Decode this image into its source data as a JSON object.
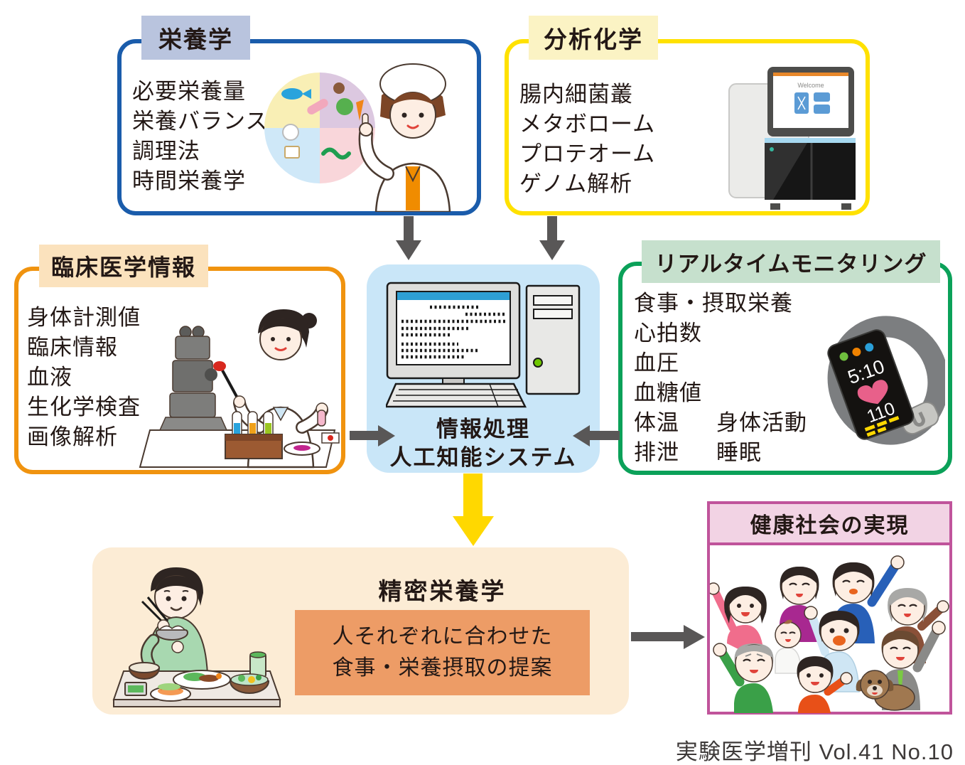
{
  "nutrition": {
    "label": "栄養学",
    "items": [
      "必要栄養量",
      "栄養バランス",
      "調理法",
      "時間栄養学"
    ],
    "border_color": "#1a5cab",
    "label_bg": "#b9c4de"
  },
  "analytical": {
    "label": "分析化学",
    "items": [
      "腸内細菌叢",
      "メタボローム",
      "プロテオーム",
      "ゲノム解析"
    ],
    "border_color": "#ffe100",
    "label_bg": "#fbf3c4",
    "sequencer_screen_text": "Welcome"
  },
  "clinical": {
    "label": "臨床医学情報",
    "items": [
      "身体計測値",
      "臨床情報",
      "血液",
      "生化学検査",
      "画像解析"
    ],
    "border_color": "#f0930f",
    "label_bg": "#fbe2bd"
  },
  "ai_system": {
    "title_line1": "情報処理",
    "title_line2": "人工知能システム",
    "bg_color": "#c9e6f8"
  },
  "monitoring": {
    "label": "リアルタイムモニタリング",
    "items_left": [
      "食事・摂取栄養",
      "心拍数",
      "血圧",
      "血糖値",
      "体温",
      "排泄"
    ],
    "items_right": [
      "身体活動",
      "睡眠"
    ],
    "border_color": "#0ba159",
    "label_bg": "#c6e0cd",
    "watch": {
      "time": "5:10",
      "heart_rate": "110"
    }
  },
  "precision": {
    "title": "精密栄養学",
    "proposal_lines": [
      "人それぞれに合わせた",
      "食事・栄養摂取の提案"
    ],
    "bg_color": "#fcecd5",
    "highlight_bg": "#ed9c66"
  },
  "healthy_society": {
    "label": "健康社会の実現",
    "border_color": "#c0549b",
    "label_bg": "#f2d3e4"
  },
  "citation": "実験医学増刊 Vol.41 No.10",
  "colors": {
    "arrow_gray": "#595757",
    "arrow_yellow": "#ffd800"
  }
}
